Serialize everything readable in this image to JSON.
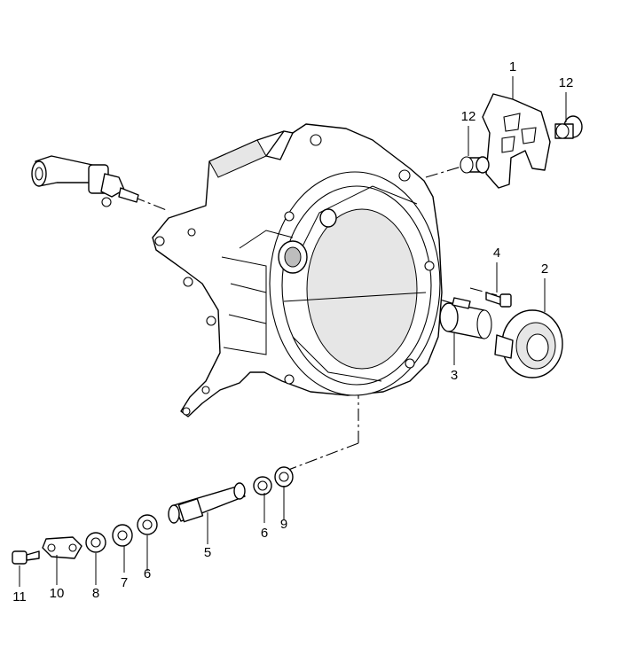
{
  "callouts": [
    {
      "id": "c1",
      "label": "1"
    },
    {
      "id": "c12a",
      "label": "12"
    },
    {
      "id": "c12b",
      "label": "12"
    },
    {
      "id": "c4",
      "label": "4"
    },
    {
      "id": "c2",
      "label": "2"
    },
    {
      "id": "c3",
      "label": "3"
    },
    {
      "id": "c6a",
      "label": "6"
    },
    {
      "id": "c9",
      "label": "9"
    },
    {
      "id": "c5",
      "label": "5"
    },
    {
      "id": "c7",
      "label": "7"
    },
    {
      "id": "c6b",
      "label": "6"
    },
    {
      "id": "c8",
      "label": "8"
    },
    {
      "id": "c10",
      "label": "10"
    },
    {
      "id": "c11",
      "label": "11"
    }
  ]
}
